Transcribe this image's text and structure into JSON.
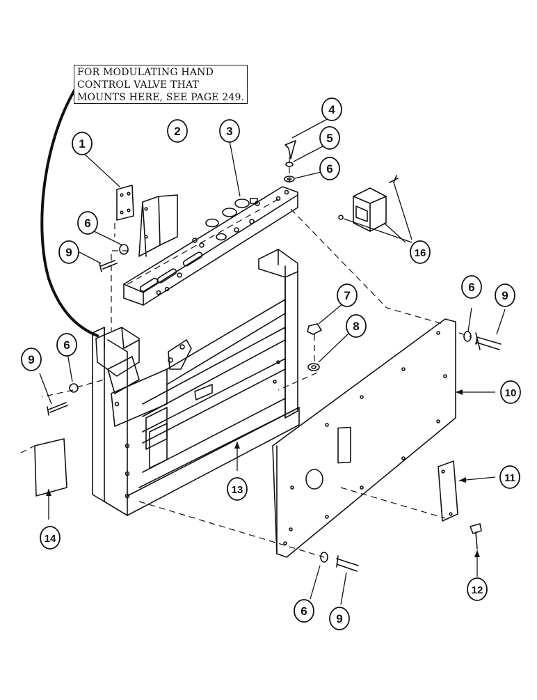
{
  "note": {
    "lines": [
      "FOR MODULATING HAND",
      "CONTROL VALVE THAT",
      "MOUNTS HERE, SEE PAGE 249."
    ]
  },
  "callouts": [
    {
      "id": "c1",
      "label": "1"
    },
    {
      "id": "c2",
      "label": "2"
    },
    {
      "id": "c3",
      "label": "3"
    },
    {
      "id": "c4",
      "label": "4"
    },
    {
      "id": "c5",
      "label": "5"
    },
    {
      "id": "c6a",
      "label": "6"
    },
    {
      "id": "c6b",
      "label": "6"
    },
    {
      "id": "c6c",
      "label": "6"
    },
    {
      "id": "c6d",
      "label": "6"
    },
    {
      "id": "c6e",
      "label": "6"
    },
    {
      "id": "c7",
      "label": "7"
    },
    {
      "id": "c8",
      "label": "8"
    },
    {
      "id": "c9a",
      "label": "9"
    },
    {
      "id": "c9b",
      "label": "9"
    },
    {
      "id": "c9c",
      "label": "9"
    },
    {
      "id": "c9d",
      "label": "9"
    },
    {
      "id": "c10",
      "label": "10"
    },
    {
      "id": "c11",
      "label": "11"
    },
    {
      "id": "c12",
      "label": "12"
    },
    {
      "id": "c13",
      "label": "13"
    },
    {
      "id": "c14",
      "label": "14"
    },
    {
      "id": "c16",
      "label": "16"
    }
  ],
  "colors": {
    "ink": "#111111",
    "paper": "#ffffff"
  }
}
